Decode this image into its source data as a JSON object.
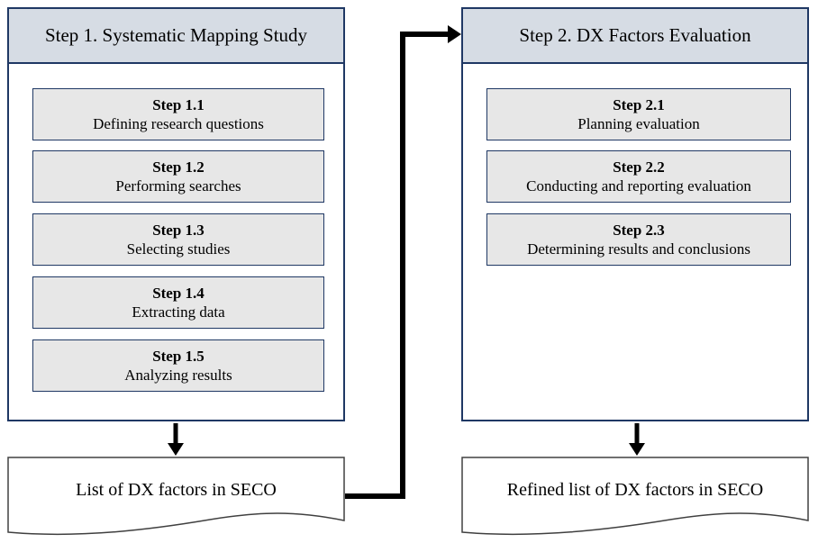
{
  "diagram": {
    "panels": [
      {
        "title": "Step 1. Systematic Mapping Study",
        "substeps": [
          {
            "title": "Step 1.1",
            "desc": "Defining research questions"
          },
          {
            "title": "Step 1.2",
            "desc": "Performing searches"
          },
          {
            "title": "Step 1.3",
            "desc": "Selecting studies"
          },
          {
            "title": "Step 1.4",
            "desc": "Extracting data"
          },
          {
            "title": "Step 1.5",
            "desc": "Analyzing results"
          }
        ],
        "output": "List of DX factors in SECO"
      },
      {
        "title": "Step 2. DX Factors Evaluation",
        "substeps": [
          {
            "title": "Step 2.1",
            "desc": "Planning evaluation"
          },
          {
            "title": "Step 2.2",
            "desc": "Conducting and reporting evaluation"
          },
          {
            "title": "Step 2.3",
            "desc": "Determining results and conclusions"
          }
        ],
        "output": "Refined list of DX factors in SECO"
      }
    ],
    "colors": {
      "header_fill": "#d6dce4",
      "substep_fill": "#e7e7e7",
      "box_border": "#1f3864",
      "document_border": "#404040",
      "arrow": "#000000"
    }
  }
}
